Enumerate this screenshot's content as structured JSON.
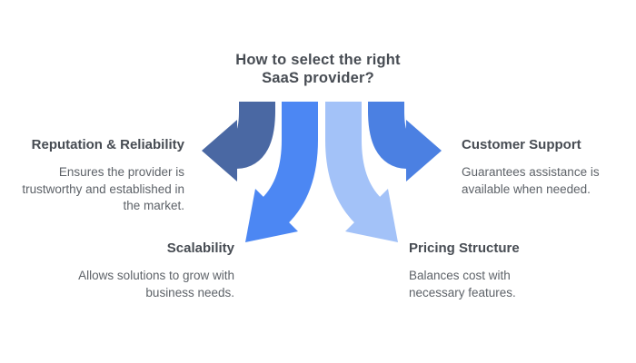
{
  "title": {
    "line1": "How to select the right",
    "line2": "SaaS provider?"
  },
  "sections": {
    "reputation": {
      "heading": "Reputation & Reliability",
      "body": "Ensures the provider is trustworthy and established in the market.",
      "arrow_color": "#4a68a3"
    },
    "scalability": {
      "heading": "Scalability",
      "body": "Allows solutions to grow with business needs.",
      "arrow_color": "#4c87f3"
    },
    "pricing": {
      "heading": "Pricing Structure",
      "body": "Balances cost with necessary features.",
      "arrow_color": "#a3c2f8"
    },
    "support": {
      "heading": "Customer Support",
      "body": "Guarantees assistance is available when needed.",
      "arrow_color": "#4b80e2"
    }
  },
  "palette": {
    "heading-color": "#474c53",
    "body-color": "#5d6268"
  }
}
